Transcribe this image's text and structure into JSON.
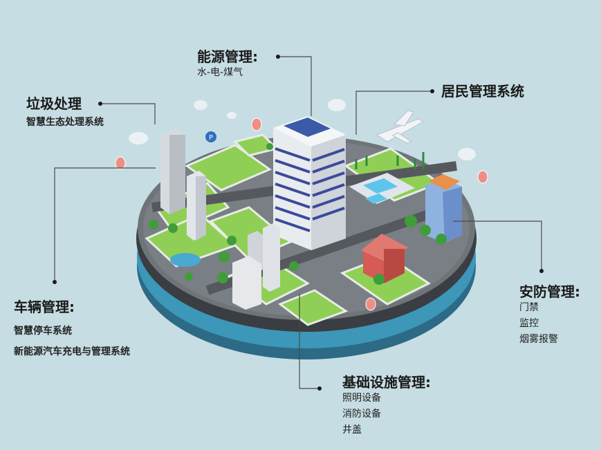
{
  "colors": {
    "background": "#c6dde3",
    "leader": "#4a4a4a",
    "grass": "#8fcf55",
    "road": "#6f7479",
    "base_rim": "#2c5f76",
    "water": "#3c97b8",
    "building_blue": "#3b4a9a"
  },
  "labels": {
    "energy": {
      "title": "能源管理:",
      "items": [
        "水-电-煤气"
      ]
    },
    "garbage": {
      "title": "垃圾处理",
      "items": [
        "智慧生态处理系统"
      ]
    },
    "residents": {
      "title": "居民管理系统",
      "items": []
    },
    "vehicles": {
      "title": "车辆管理:",
      "items": [
        "智慧停车系统",
        "新能源汽车充电与管理系统"
      ]
    },
    "security": {
      "title": "安防管理:",
      "items": [
        "门禁",
        "监控",
        "烟雾报警"
      ]
    },
    "infrastructure": {
      "title": "基础设施管理:",
      "items": [
        "照明设备",
        "消防设备",
        "井盖"
      ]
    }
  },
  "icons": [
    "parking-icon",
    "hot-air-balloon-icon",
    "airplane-icon",
    "cloud-icon"
  ],
  "parking_sign": "P"
}
